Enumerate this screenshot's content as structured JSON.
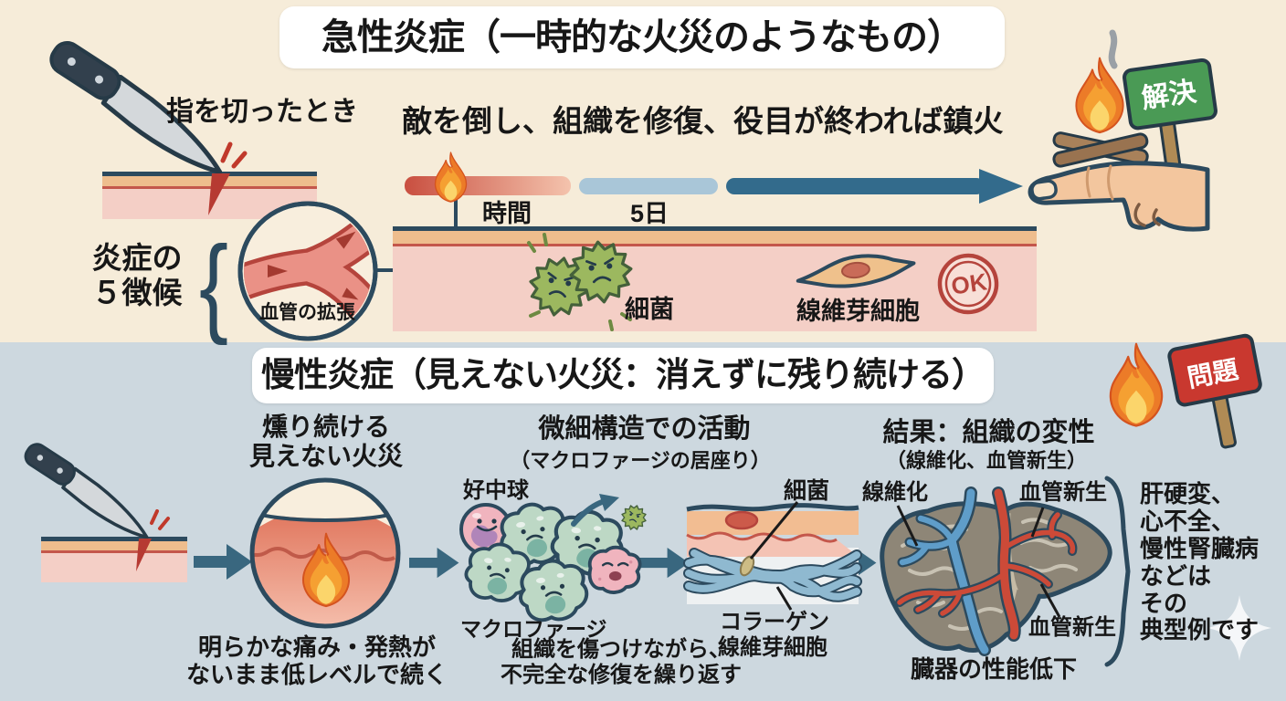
{
  "colors": {
    "background_acute": "#f6ecd9",
    "background_chronic": "#cdd8df",
    "outline_navy": "#2c4a5e",
    "arrow_slate": "#39677f",
    "skin_pink": "#f4cfc6",
    "skin_orange": "#eebd8d",
    "skin_red_line": "#c4574b",
    "timeline_red": "#c94f40",
    "timeline_blue": "#a9c6d8",
    "timeline_dark_blue": "#336b8c",
    "flame_orange": "#ec7b28",
    "flame_yellow": "#fbd56b",
    "sign_green": "#4a9a55",
    "sign_red": "#c9382f",
    "germ_green": "#9cb85f",
    "macrophage_teal": "#bdd8c5",
    "neutrophil_pink": "#f0b4be",
    "collagen_blue": "#8fb9d0",
    "liver_brown": "#8e8677",
    "vessel_blue": "#5f9dc9",
    "vessel_red": "#cc4a38",
    "ok_stamp_red": "#b5443c"
  },
  "acute": {
    "title": "急性炎症（一時的な火災のようなもの）",
    "cut_label": "指を切ったとき",
    "five_signs_line1": "炎症の",
    "five_signs_line2": "５徴候",
    "brace_glyph": "{",
    "vessel_label": "血管の拡張",
    "timeline_heading": "敵を倒し、組織を修復、役目が終われば鎮火",
    "time_label": "時間",
    "day_label": "5日",
    "bacteria_label": "細菌",
    "fibroblast_label": "線維芽細胞",
    "ok_stamp": "OK",
    "resolved_sign": "解決"
  },
  "chronic": {
    "title": "慢性炎症（見えない火災：消えずに残り続ける）",
    "problem_sign": "問題",
    "smolder_line1": "燻り続ける",
    "smolder_line2": "見えない火災",
    "low_level_line1": "明らかな痛み・発熱が",
    "low_level_line2": "ないまま低レベルで続く",
    "micro_heading": "微細構造での活動",
    "micro_subheading": "（マクロファージの居座り）",
    "neutrophil_label": "好中球",
    "macrophage_label": "マクロファージ",
    "bacteria_label": "細菌",
    "collagen_label": "コラーゲン",
    "fibroblast_label": "線維芽細胞",
    "repair_line1": "組織を傷つけながら、",
    "repair_line2": "不完全な修復を繰り返す",
    "result_heading": "結果：組織の変性",
    "result_subheading": "（線維化、血管新生）",
    "fibrosis_label": "線維化",
    "angiogenesis_label_top": "血管新生",
    "angiogenesis_label_bottom": "血管新生",
    "organ_decline_label": "臓器の性能低下",
    "examples": [
      "肝硬変、",
      "心不全、",
      "慢性腎臓病",
      "などは",
      "その",
      "典型例です"
    ]
  }
}
